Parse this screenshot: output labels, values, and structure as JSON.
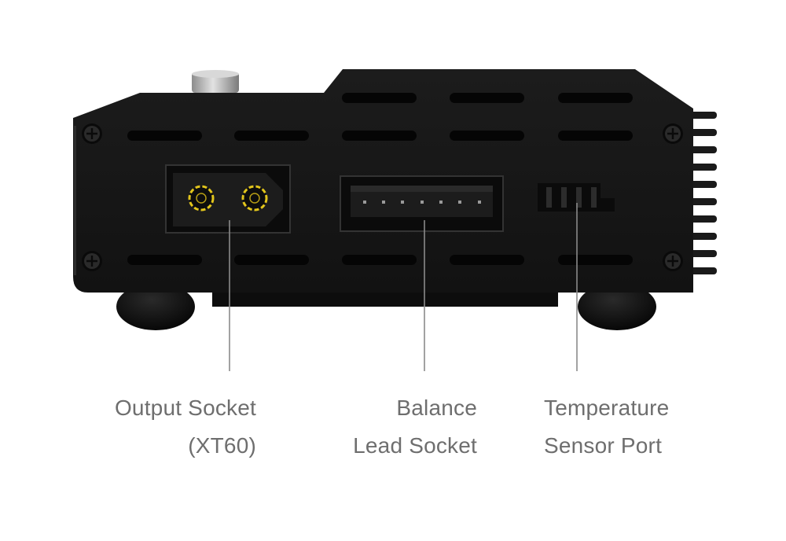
{
  "labels": {
    "output": {
      "line1": "Output Socket",
      "line2": "(XT60)"
    },
    "balance": {
      "line1": "Balance",
      "line2": "Lead Socket"
    },
    "temperature": {
      "line1": "Temperature",
      "line2": "Sensor Port"
    }
  },
  "colors": {
    "body": "#151515",
    "vent": "#050505",
    "connector": "#262626",
    "pin_ring": "#e2c51c",
    "leader": "#8a8a8a",
    "label": "#6e6e6e"
  }
}
